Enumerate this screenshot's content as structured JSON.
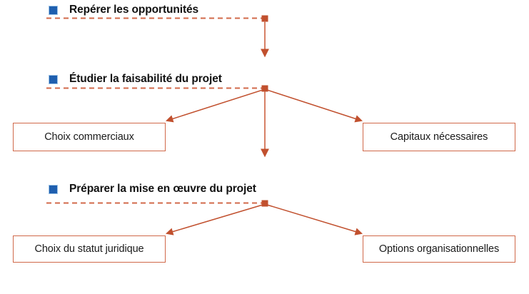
{
  "diagram": {
    "title_colors": {
      "bullet_fill": "#1F5FAF",
      "bullet_border": "#9DC3E6",
      "connector": "#C1502E",
      "box_border": "#D0694A",
      "dashed": "#D2694A",
      "text": "#111111",
      "background": "#FFFFFF"
    },
    "steps": [
      {
        "bullet": "blue-square-bullet",
        "label": "Repérer les opportunités"
      },
      {
        "bullet": "blue-square-bullet",
        "label": "Étudier la faisabilité du projet"
      },
      {
        "bullet": "blue-square-bullet",
        "label": "Préparer la mise en œuvre du projet"
      }
    ],
    "boxes": [
      {
        "label": "Choix commerciaux"
      },
      {
        "label": "Capitaux nécessaires"
      },
      {
        "label": "Choix du statut juridique"
      },
      {
        "label": "Options organisationnelles"
      }
    ]
  }
}
